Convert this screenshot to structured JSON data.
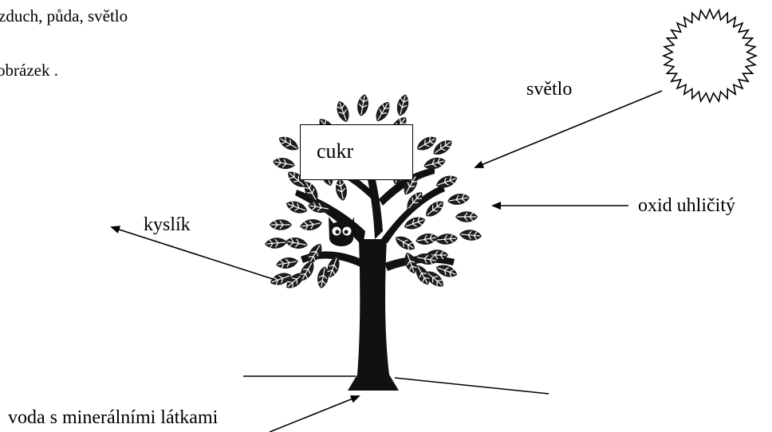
{
  "text": {
    "top_line_1": "zduch, půda, světlo",
    "top_line_2": "obrázek .",
    "light_label": "světlo",
    "co2_label": "oxid uhličitý",
    "oxygen_label": "kyslík",
    "water_label": "voda s minerálními látkami",
    "sugar_label": "cukr"
  },
  "icons": {
    "sun": "sun-icon",
    "tree": "tree-with-owl-icon"
  },
  "colors": {
    "ink": "#000000",
    "background": "#ffffff"
  }
}
